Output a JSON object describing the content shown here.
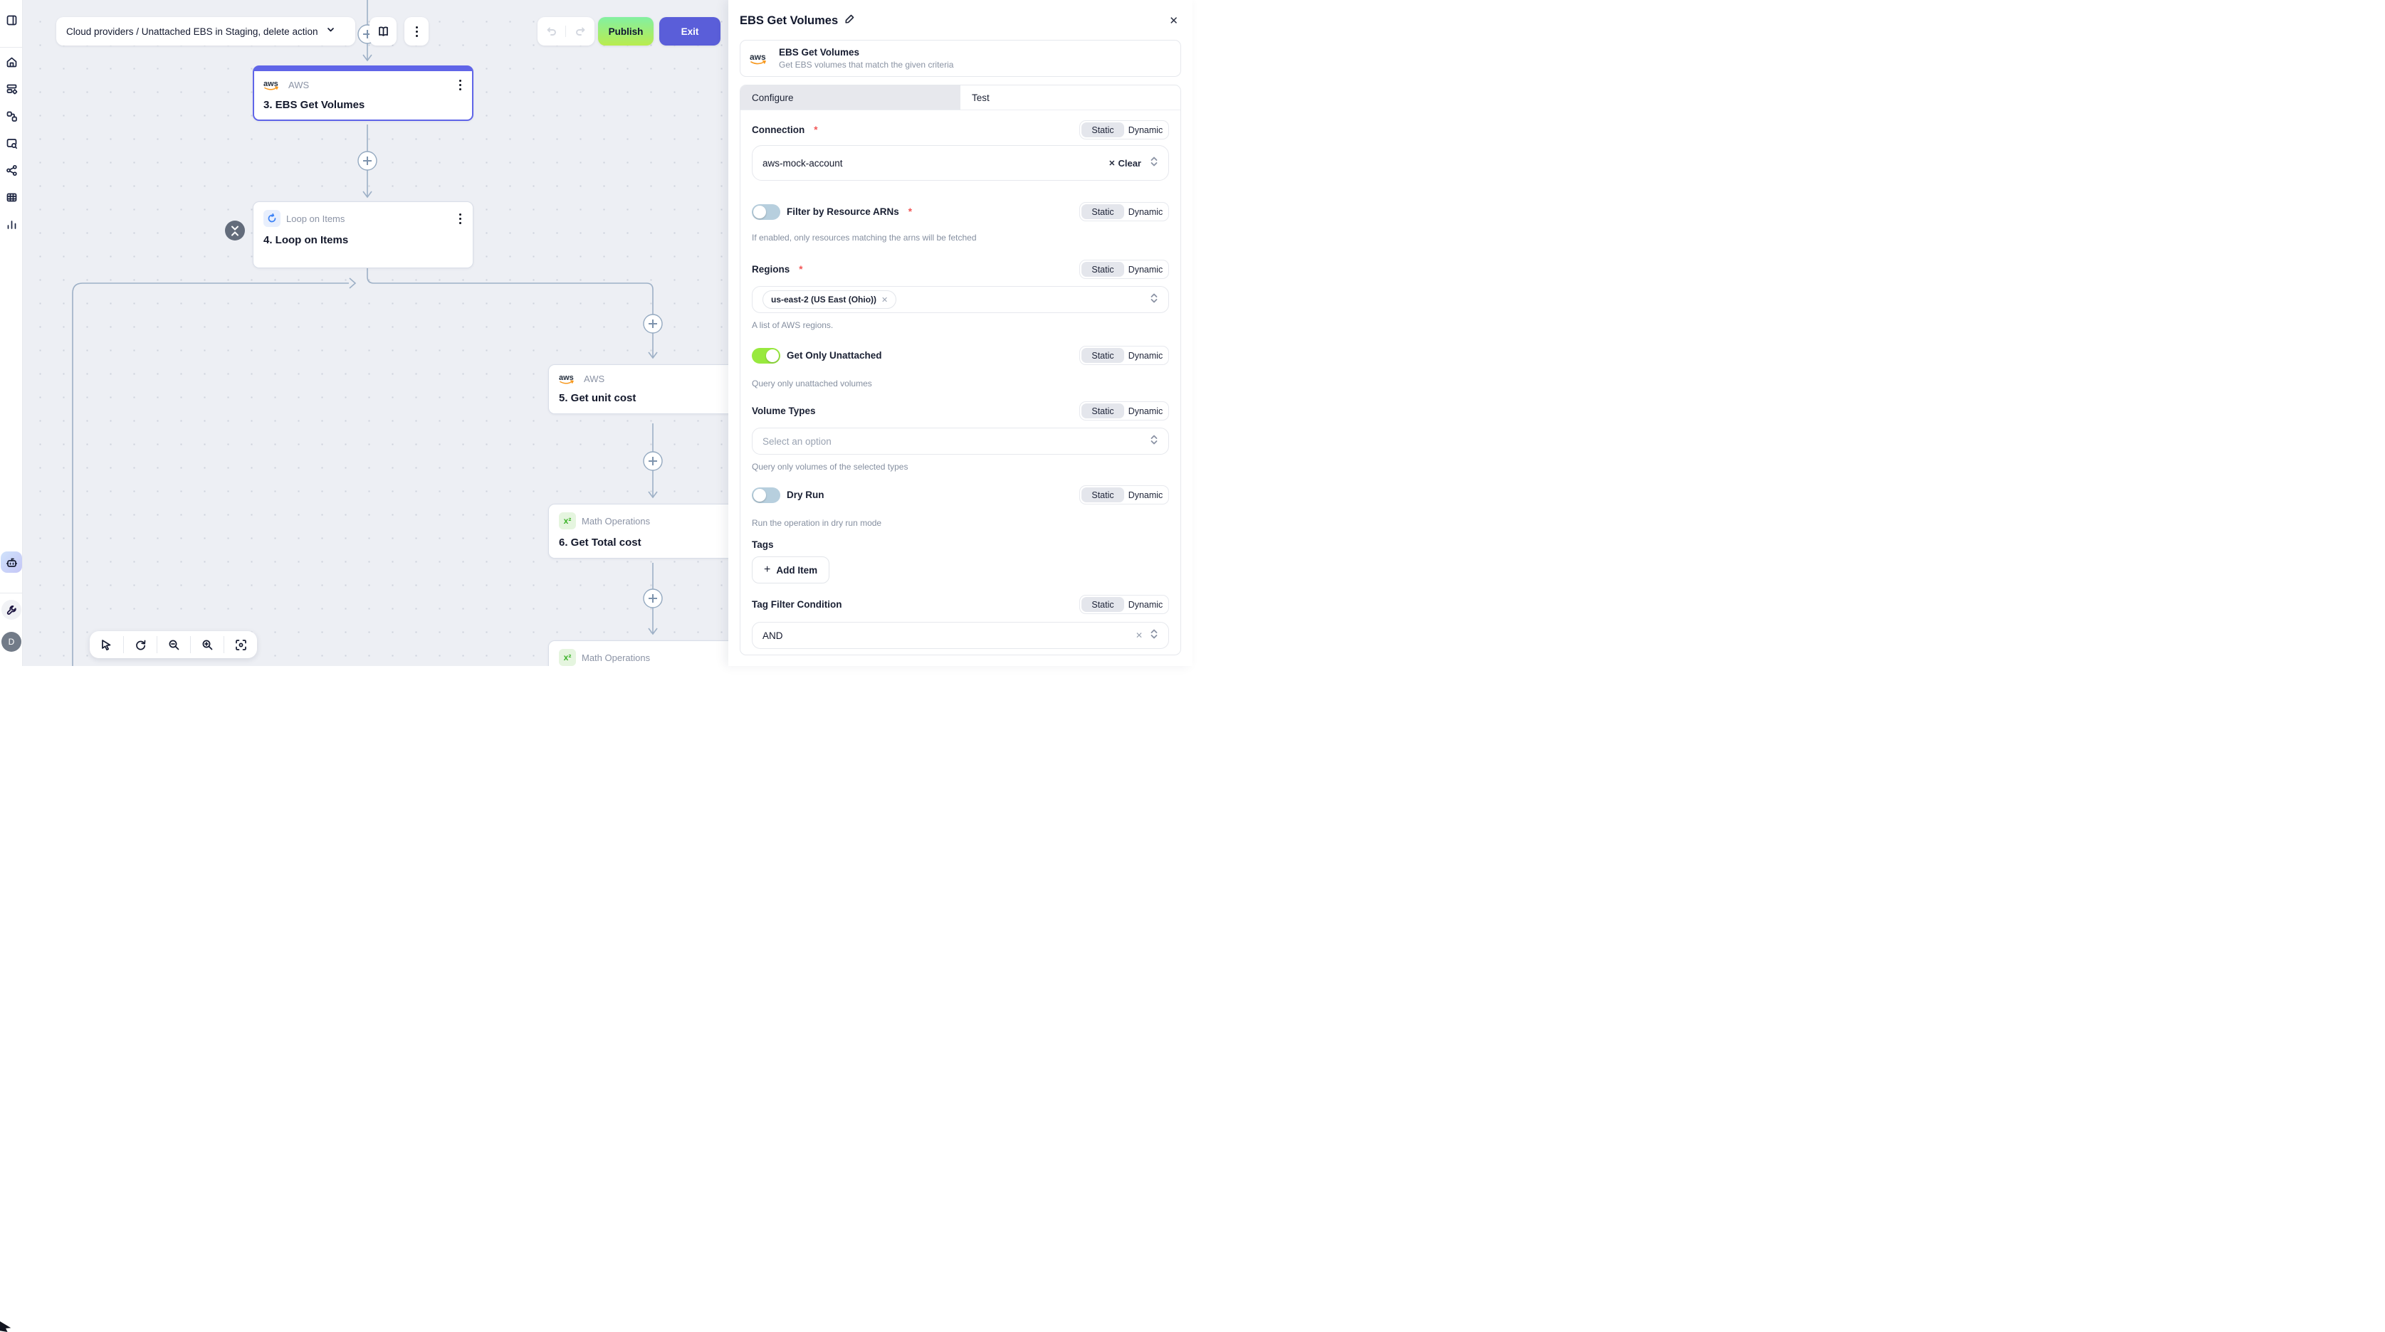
{
  "labels": {
    "aws_logo": "aws",
    "required_marker": "*"
  },
  "toolbar": {
    "workflow_selector": "Cloud providers / Unattached EBS in Staging, delete action",
    "publish_label": "Publish",
    "exit_label": "Exit"
  },
  "sidebar": {
    "avatar_initial": "D"
  },
  "canvas": {
    "nodes": {
      "n3": {
        "app": "AWS",
        "title": "3. EBS Get Volumes"
      },
      "n4": {
        "app": "Loop on Items",
        "title": "4. Loop on Items"
      },
      "n5": {
        "app": "AWS",
        "title": "5. Get unit cost"
      },
      "n6": {
        "app": "Math Operations",
        "title": "6. Get Total cost"
      },
      "n7": {
        "app": "Math Operations"
      }
    },
    "math_icon": "x²"
  },
  "panel": {
    "title": "EBS Get Volumes",
    "action": {
      "name": "EBS Get Volumes",
      "description": "Get EBS volumes that match the given criteria"
    },
    "tabs": {
      "configure": "Configure",
      "test": "Test"
    },
    "mode": {
      "static": "Static",
      "dynamic": "Dynamic"
    },
    "fields": {
      "connection": {
        "label": "Connection",
        "value": "aws-mock-account",
        "clear_label": "Clear"
      },
      "filter_arns": {
        "label": "Filter by Resource ARNs",
        "helper": "If enabled, only resources matching the arns will be fetched"
      },
      "regions": {
        "label": "Regions",
        "chip": "us-east-2 (US East (Ohio))",
        "helper": "A list of AWS regions."
      },
      "unattached": {
        "label": "Get Only Unattached",
        "helper": "Query only unattached volumes"
      },
      "volume_types": {
        "label": "Volume Types",
        "placeholder": "Select an option",
        "helper": "Query only volumes of the selected types"
      },
      "dry_run": {
        "label": "Dry Run",
        "helper": "Run the operation in dry run mode"
      },
      "tags": {
        "label": "Tags",
        "add_label": "Add Item"
      },
      "tag_filter": {
        "label": "Tag Filter Condition",
        "value": "AND"
      }
    }
  },
  "colors": {
    "accent_indigo": "#6065e8",
    "exit_button": "#5a5ed9",
    "publish_gradient_top": "#83f0a1",
    "publish_gradient_bottom": "#b9ec4e",
    "toggle_on": "#98e93e",
    "toggle_off": "#b7cfde",
    "aws_orange": "#f7981d",
    "loop_blue": "#3b82f6",
    "math_green": "#3cb329",
    "edge": "#9db0c6"
  }
}
